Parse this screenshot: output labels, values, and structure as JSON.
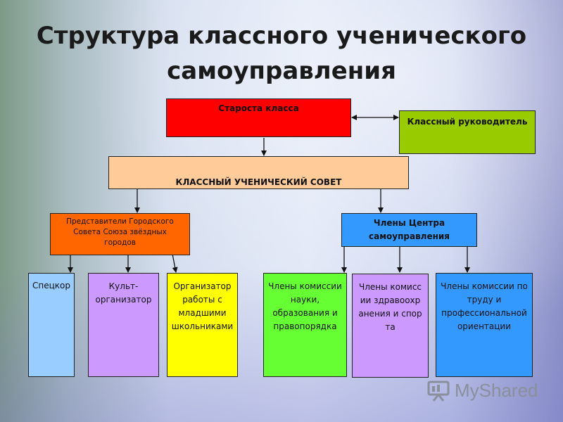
{
  "title_line1": "Структура классного ученического",
  "title_line2": "самоуправления",
  "nodes": {
    "starosta": "Староста класса",
    "rukovoditel": "Классный руководитель",
    "sovet": "КЛАССНЫЙ УЧЕНИЧЕСКИЙ СОВЕТ",
    "predstaviteli": "Представители Городского Совета Союза звёздных городов",
    "chleny_centra": "Члены Центра самоуправления",
    "speckor": "Спецкор",
    "kult": "Культ-организатор",
    "organizator": "Организатор работы с младшими школьниками",
    "komissia_nauki": "Члены комиссии науки, образования и правопорядка",
    "komissia_zdrav": "Члены комиссии здравоохранения и спорта",
    "komissia_trud": "Члены комиссии по труду и профессиональной ориентации"
  },
  "watermark": "MyShared",
  "colors": {
    "starosta": "#ff0000",
    "rukovoditel": "#99cc00",
    "sovet": "#ffcc99",
    "predstaviteli": "#ff6600",
    "chleny_centra": "#3399ff",
    "speckor": "#99ccff",
    "kult": "#cc99ff",
    "organizator": "#ffff00",
    "komissia_nauki": "#66ff33",
    "komissia_zdrav": "#cc99ff",
    "komissia_trud": "#3399ff"
  }
}
